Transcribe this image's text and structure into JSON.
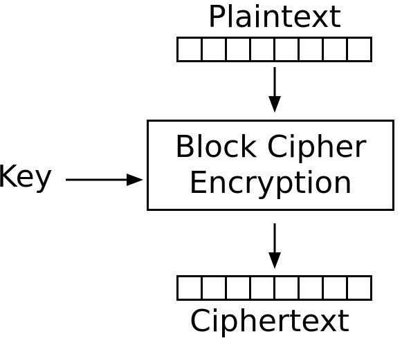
{
  "colors": {
    "background": "#ffffff",
    "line": "#000000",
    "text": "#000000"
  },
  "labels": {
    "plaintext": "Plaintext",
    "key": "Key",
    "block_cipher_line1": "Block Cipher",
    "block_cipher_line2": "Encryption",
    "ciphertext": "Ciphertext"
  },
  "registers": {
    "plaintext": {
      "cells": 8
    },
    "ciphertext": {
      "cells": 8
    }
  },
  "icons": {
    "top_connector": "down-arrow",
    "bottom_connector": "down-arrow",
    "key_connector": "right-arrow"
  }
}
